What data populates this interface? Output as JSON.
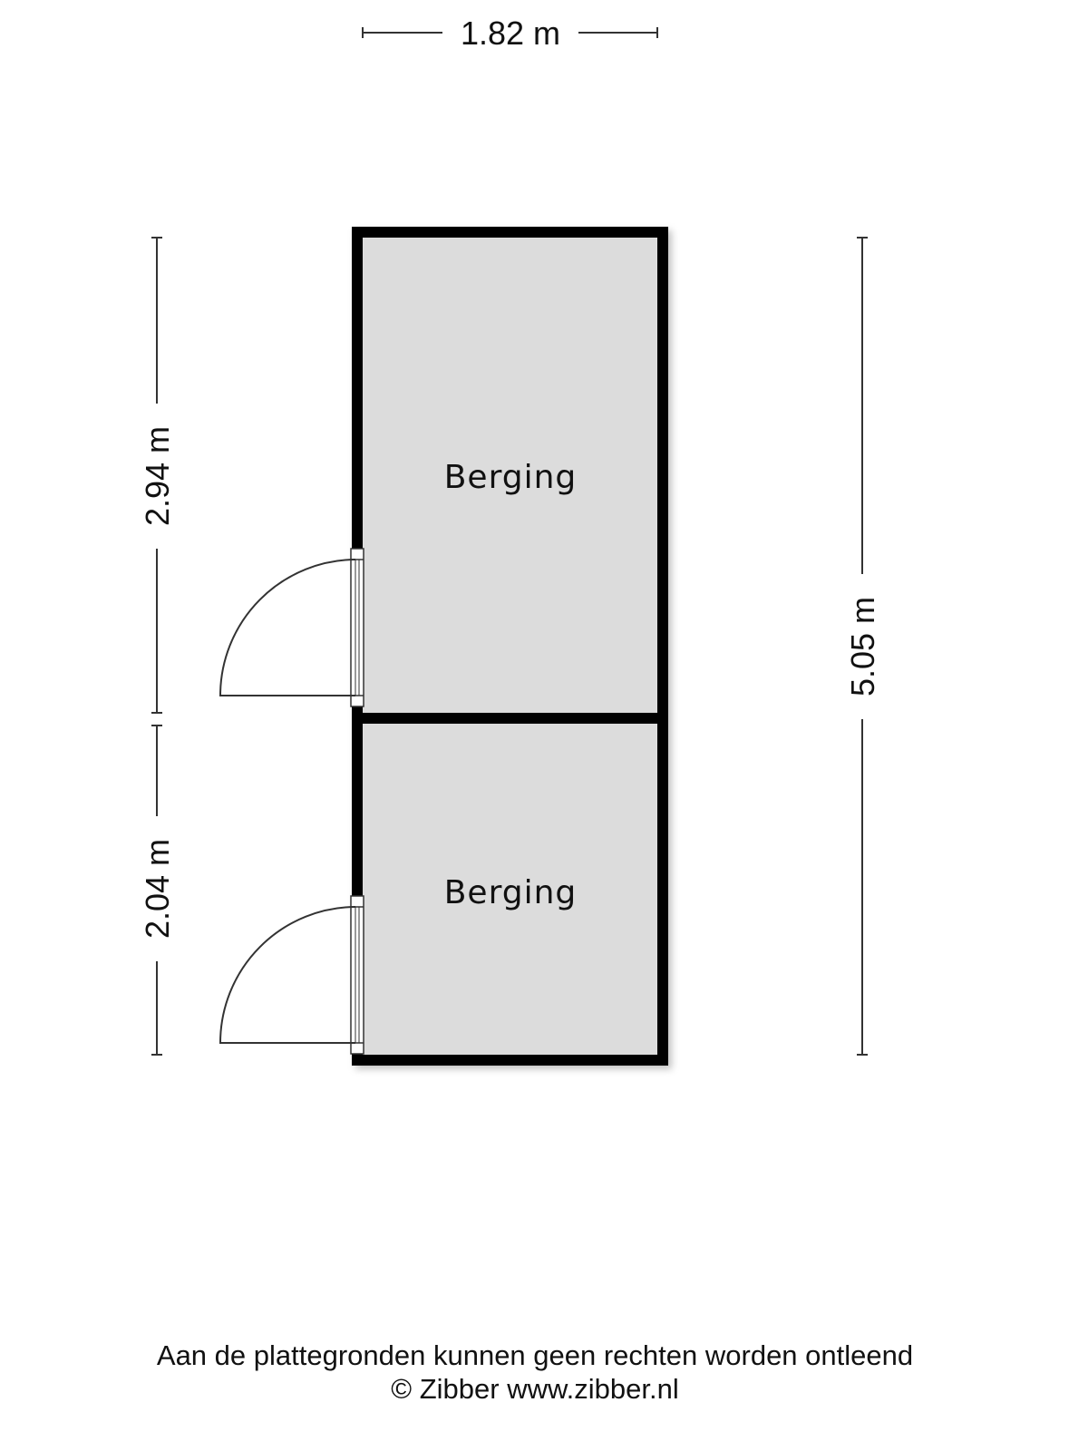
{
  "dimensions": {
    "width_total": "1.82 m",
    "height_upper": "2.94 m",
    "height_lower": "2.04 m",
    "height_total": "5.05 m"
  },
  "rooms": [
    {
      "label": "Berging"
    },
    {
      "label": "Berging"
    }
  ],
  "footer": {
    "disclaimer": "Aan de plattegronden kunnen geen rechten worden ontleend",
    "copyright": "© Zibber www.zibber.nl"
  },
  "colors": {
    "wall": "#000000",
    "floor": "#dcdcdc",
    "line": "#333333"
  }
}
